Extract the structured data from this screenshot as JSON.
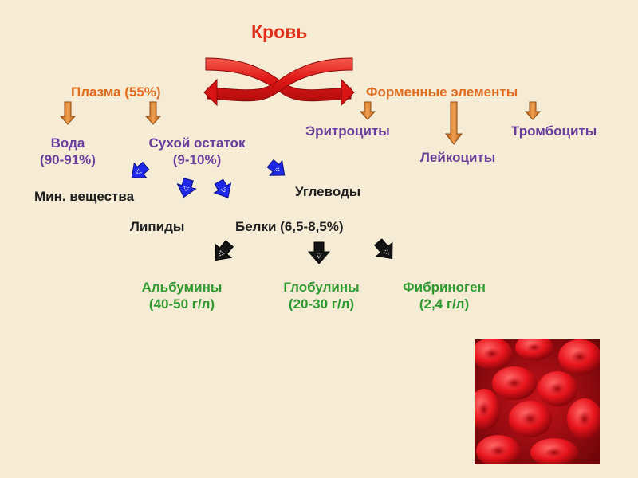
{
  "diagram": {
    "title": "Кровь",
    "plasma": "Плазма (55%)",
    "formed_elements": "Форменные элементы",
    "water_name": "Вода",
    "water_share": "(90-91%)",
    "dry_name": "Сухой остаток",
    "dry_share": "(9-10%)",
    "erythrocytes": "Эритроциты",
    "leukocytes": "Лейкоциты",
    "thrombocytes": "Тромбоциты",
    "minerals": "Мин. вещества",
    "carbohydrates": "Углеводы",
    "lipids": "Липиды",
    "proteins": "Белки (6,5-8,5%)",
    "albumins_name": "Альбумины",
    "albumins_value": "(40-50 г/л)",
    "globulins_name": "Глобулины",
    "globulins_value": "(20-30 г/л)",
    "fibrinogen_name": "Фибриноген",
    "fibrinogen_value": "(2,4 г/л)"
  },
  "colors": {
    "title": "#e02f1a",
    "orange_text": "#df6d1f",
    "purple_text": "#6a3f9c",
    "green_text": "#2f9a2f",
    "red_arrow": "#e81a1a",
    "orange_arrow": "#d97a2a",
    "blue_arrow": "#1f28e6",
    "black_arrow": "#141414"
  },
  "image": {
    "subject": "red blood cells photo"
  }
}
